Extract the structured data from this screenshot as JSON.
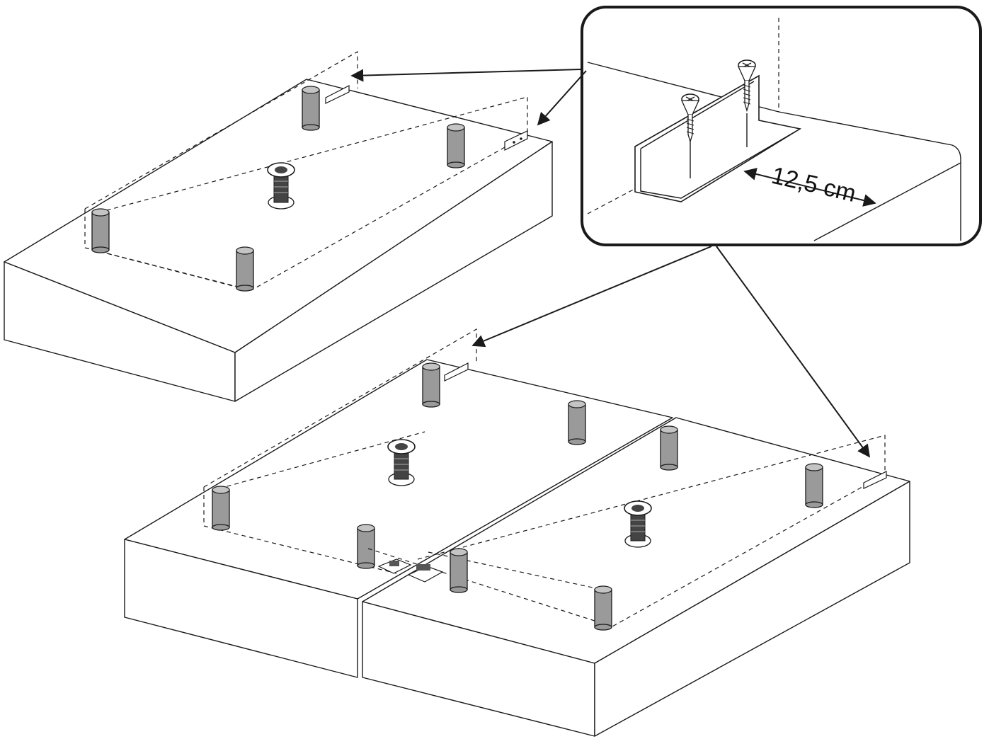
{
  "diagram": {
    "detail_inset": {
      "dimension_label": "12,5 cm"
    },
    "colors": {
      "line": "#1a1a1a",
      "leg_fill": "#9a9a9a",
      "leg_top": "#c4c4c4",
      "background": "#ffffff"
    },
    "parts": {
      "base_count": 3,
      "legs_per_base": 4,
      "center_glide_per_base": 1,
      "connector_brackets": 2,
      "angle_bracket_screws": 2
    },
    "icons": [
      "cylinder-leg-icon",
      "adjustable-glide-icon",
      "angle-bracket-icon",
      "screw-icon",
      "connector-clip-icon",
      "arrow-icon"
    ]
  }
}
